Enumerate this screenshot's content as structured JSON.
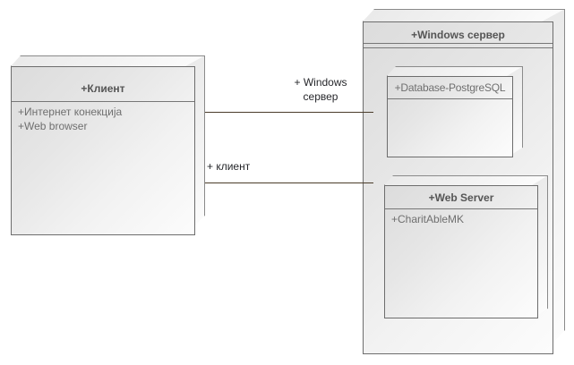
{
  "diagram": {
    "type": "uml-deployment-diagram",
    "background_color": "#ffffff",
    "border_color": "#6d6d6d",
    "title_color": "#555555",
    "attribute_color": "#6f6f6f",
    "connector_color": "#4a3c2a"
  },
  "nodes": {
    "client": {
      "title": "+Клиент",
      "attributes": [
        "+Интернет конекција",
        "+Web browser"
      ]
    },
    "windows_server": {
      "title": "+Windows сервер",
      "components": {
        "database": {
          "title": "+Database-PostgreSQL",
          "attributes": []
        },
        "web_server": {
          "title": "+Web Server",
          "attributes": [
            "+CharitAbleMK"
          ]
        }
      }
    }
  },
  "connectors": {
    "client_to_server": {
      "label_line1": "+ Windows",
      "label_line2": "сервер",
      "direction": "right"
    },
    "server_to_client": {
      "label_line1": "+ клиент",
      "direction": "left"
    }
  }
}
